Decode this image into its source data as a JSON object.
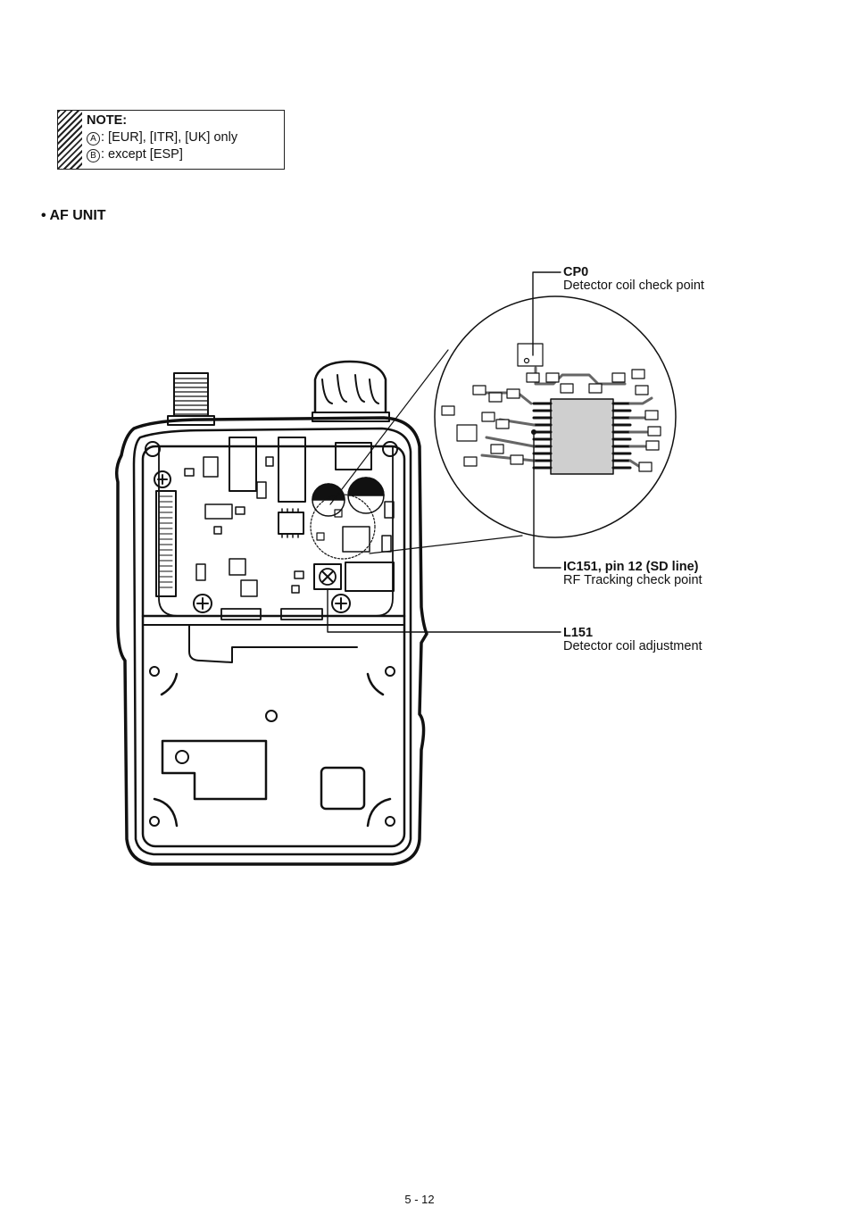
{
  "note": {
    "title": "NOTE:",
    "items": [
      {
        "symbol": "A",
        "text": ": [EUR], [ITR], [UK] only"
      },
      {
        "symbol": "B",
        "text": ": except [ESP]"
      }
    ]
  },
  "section_heading": "• AF UNIT",
  "callouts": [
    {
      "title": "CP0",
      "description": "Detector coil check point"
    },
    {
      "title": "IC151, pin 12 (SD line)",
      "description": "RF Tracking check point"
    },
    {
      "title": "L151",
      "description": "Detector coil adjustment"
    }
  ],
  "page_number": "5 - 12"
}
